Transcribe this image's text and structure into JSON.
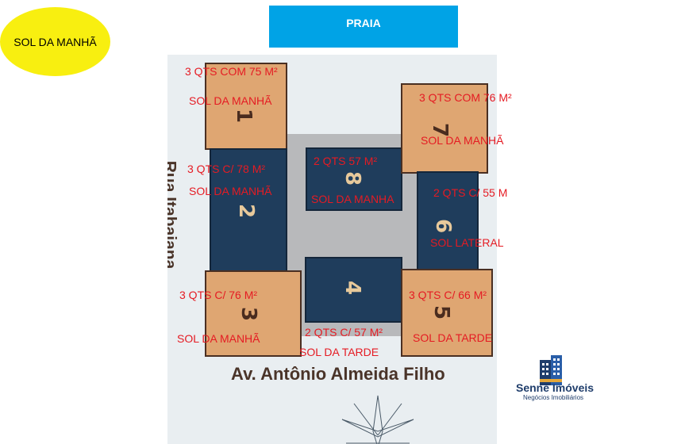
{
  "badge": {
    "text": "SOL DA MANHÃ",
    "color": "#f8ef10"
  },
  "header": {
    "text": "PRAIA",
    "color": "#00a3e6"
  },
  "streets": {
    "side": "Rua Itabaiana",
    "bottom": "Av. Antônio Almeida Filho"
  },
  "units": [
    {
      "number": "1",
      "area": "3 QTS COM 75 M²",
      "sun": "SOL DA MANHÃ"
    },
    {
      "number": "2",
      "area": "3 QTS C/ 78 M²",
      "sun": "SOL DA MANHÃ"
    },
    {
      "number": "3",
      "area": "3 QTS C/ 76 M²",
      "sun": "SOL DA MANHÃ"
    },
    {
      "number": "4",
      "area": "2 QTS C/ 57 M²",
      "sun": "SOL DA TARDE"
    },
    {
      "number": "5",
      "area": "3 QTS C/ 66 M²",
      "sun": "SOL DA TARDE"
    },
    {
      "number": "6",
      "area": "2 QTS C/ 55 M",
      "sun": "SOL LATERAL"
    },
    {
      "number": "7",
      "area": "3 QTS COM 76 M²",
      "sun": "SOL DA MANHÃ"
    },
    {
      "number": "8",
      "area": "2 QTS 57 M²",
      "sun": "SOL DA MANHA"
    }
  ],
  "logo": {
    "name": "Senne Imóveis",
    "tagline": "Negócios Imobiliários"
  },
  "colors": {
    "unit_tan": "#dfa672",
    "unit_navy": "#1f3d5c",
    "label_red": "#e51b23",
    "corridor": "#b8b9bb"
  }
}
